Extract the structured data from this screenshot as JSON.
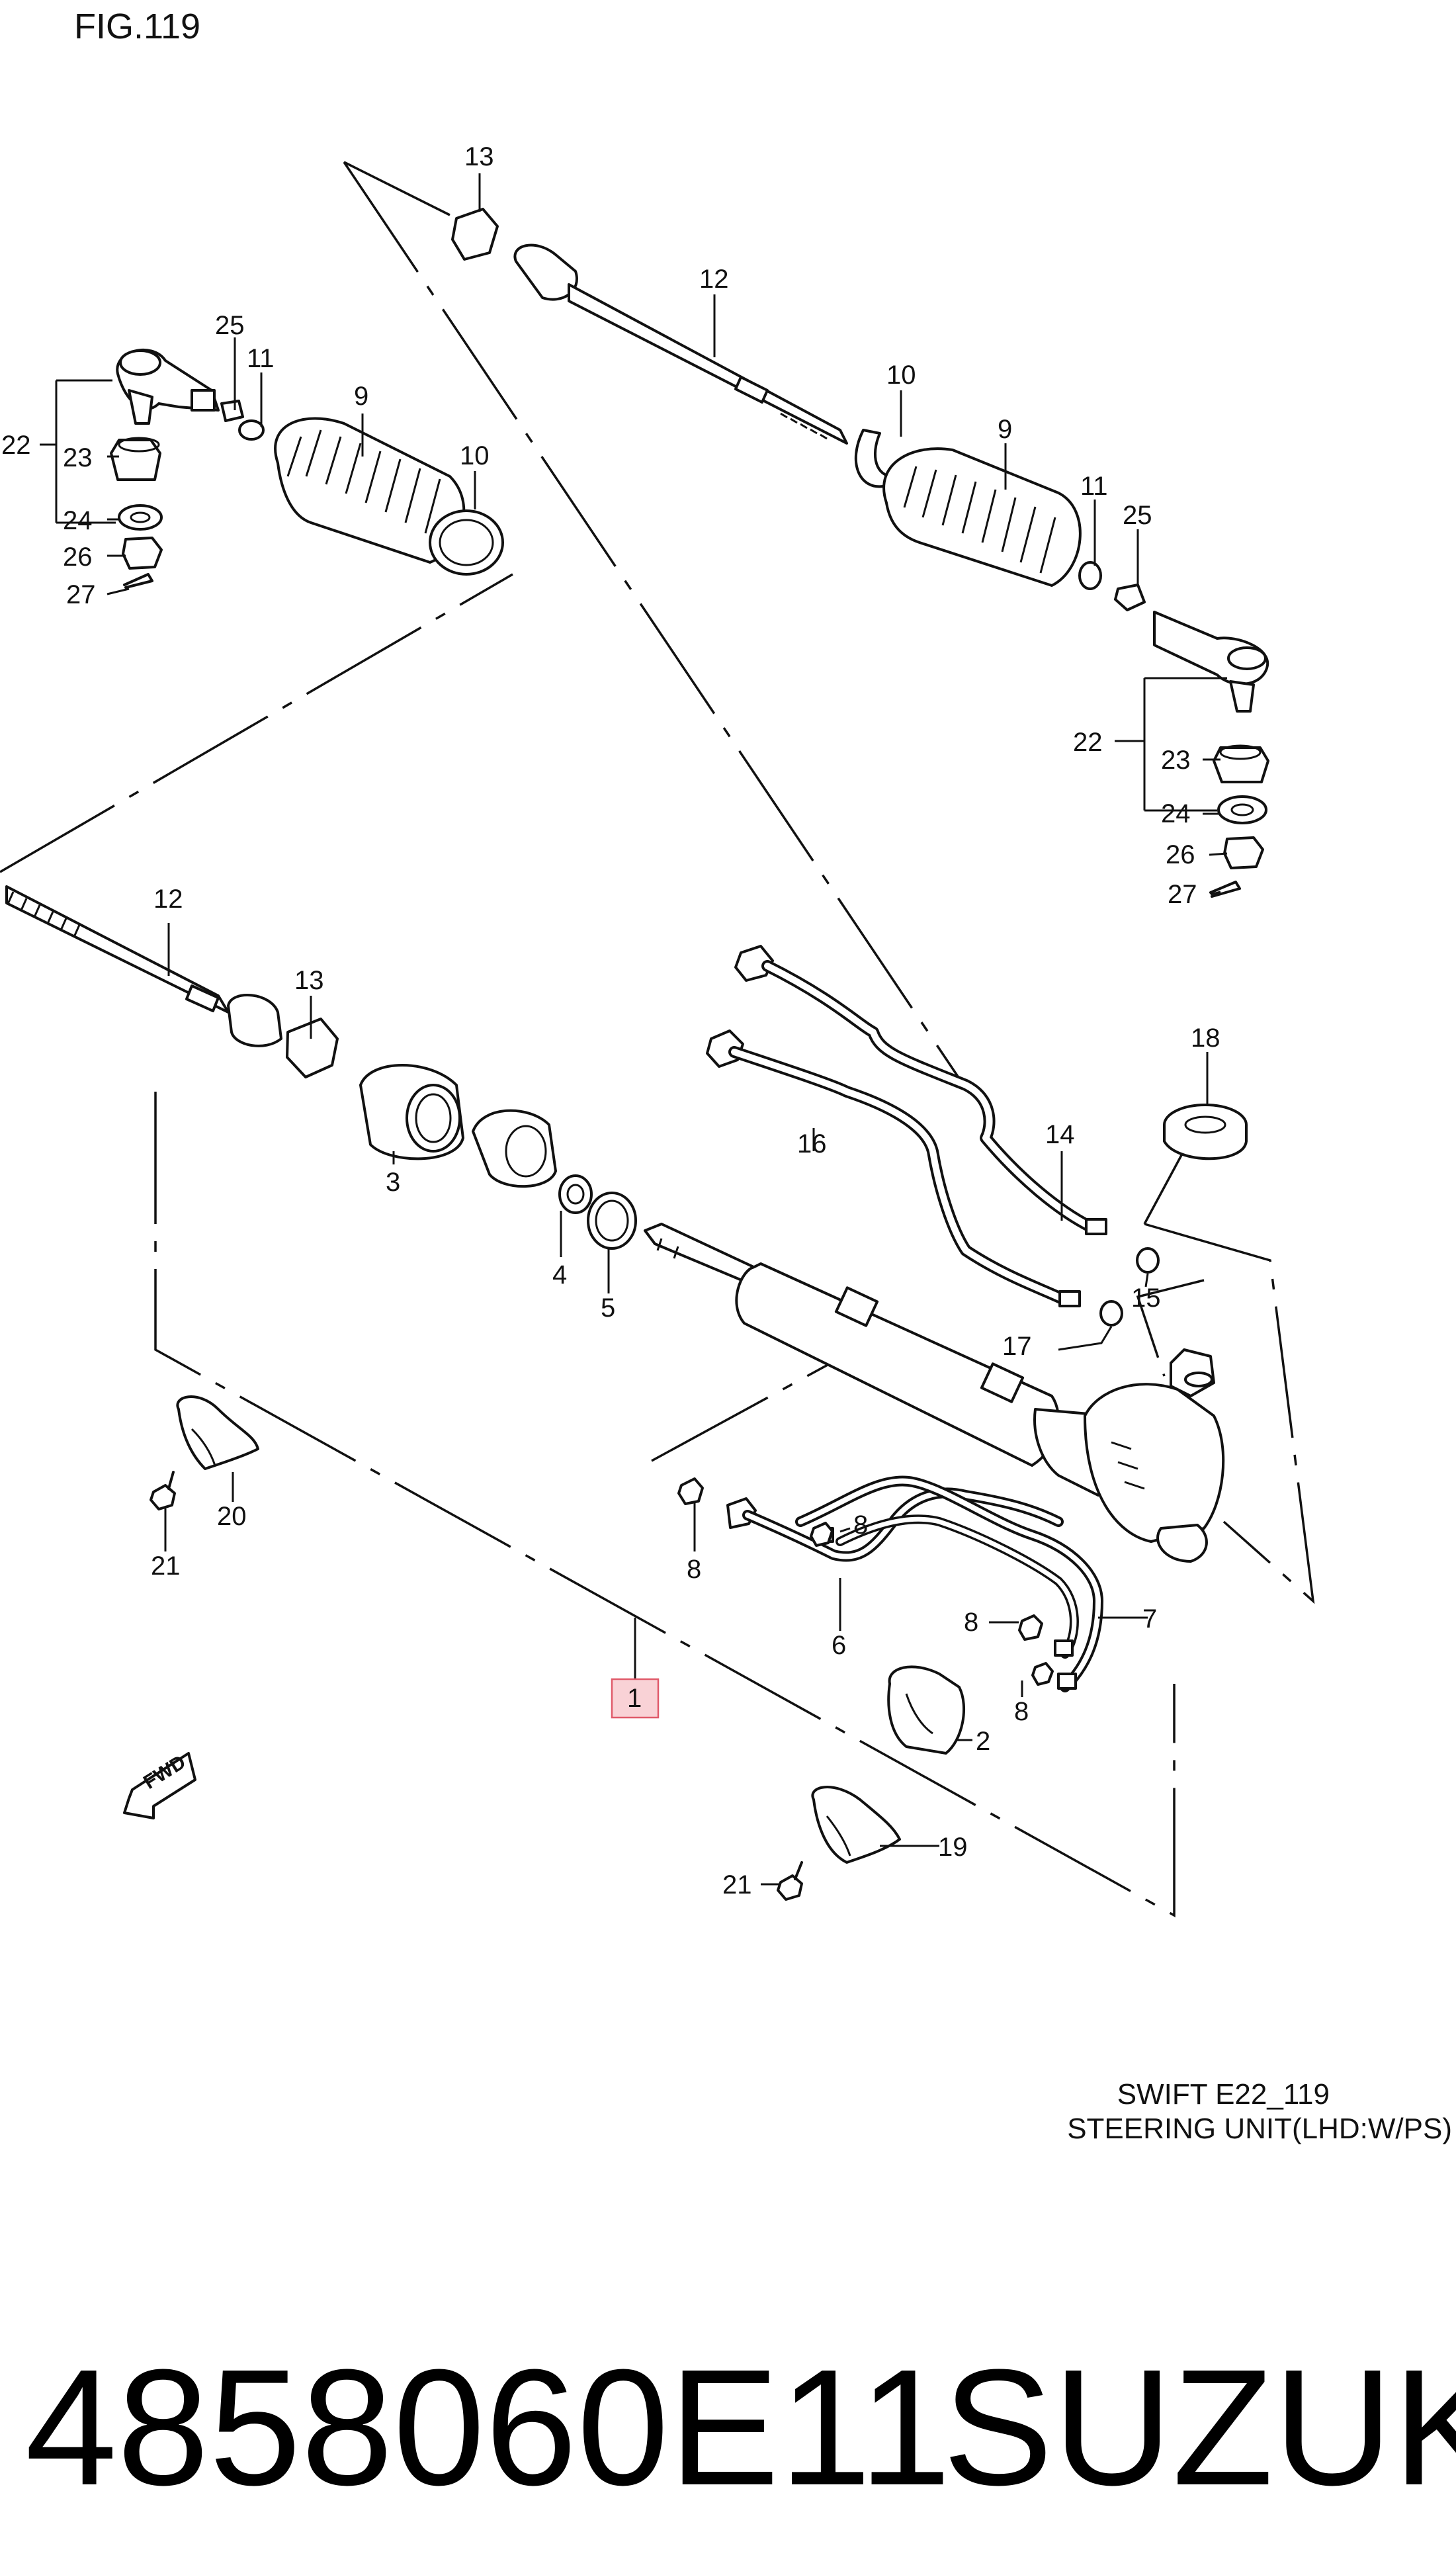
{
  "figure": {
    "title": "FIG.119"
  },
  "caption": {
    "line1": "SWIFT E22_119",
    "line2": "STEERING UNIT(LHD:W/PS)"
  },
  "footer": {
    "part_number": "4858060E11",
    "brand": "SUZUKI"
  },
  "fwd_icon": {
    "label": "FWD"
  },
  "callouts": {
    "c13a": "13",
    "c12a": "12",
    "c10a": "10",
    "c9a": "9",
    "c11a": "11",
    "c25a": "25",
    "c22a": "22",
    "c23a": "23",
    "c24a": "24",
    "c26a": "26",
    "c27a": "27",
    "c9b": "9",
    "c10b": "10",
    "c11b": "11",
    "c25b": "25",
    "c12b": "12",
    "c13b": "13",
    "c22b": "22",
    "c23b": "23",
    "c24b": "24",
    "c26b": "26",
    "c27b": "27",
    "c18": "18",
    "c14": "14",
    "c16": "16",
    "c15": "15",
    "c17": "17",
    "c3": "3",
    "c4": "4",
    "c5": "5",
    "c8a": "8",
    "c8b": "8",
    "c8c": "8",
    "c8d": "8",
    "c6": "6",
    "c7": "7",
    "c1": "1",
    "c2": "2",
    "c20": "20",
    "c21a": "21",
    "c19": "19",
    "c21b": "21"
  },
  "colors": {
    "highlight_fill": "#f9d2d6",
    "highlight_stroke": "#e05a6a"
  }
}
